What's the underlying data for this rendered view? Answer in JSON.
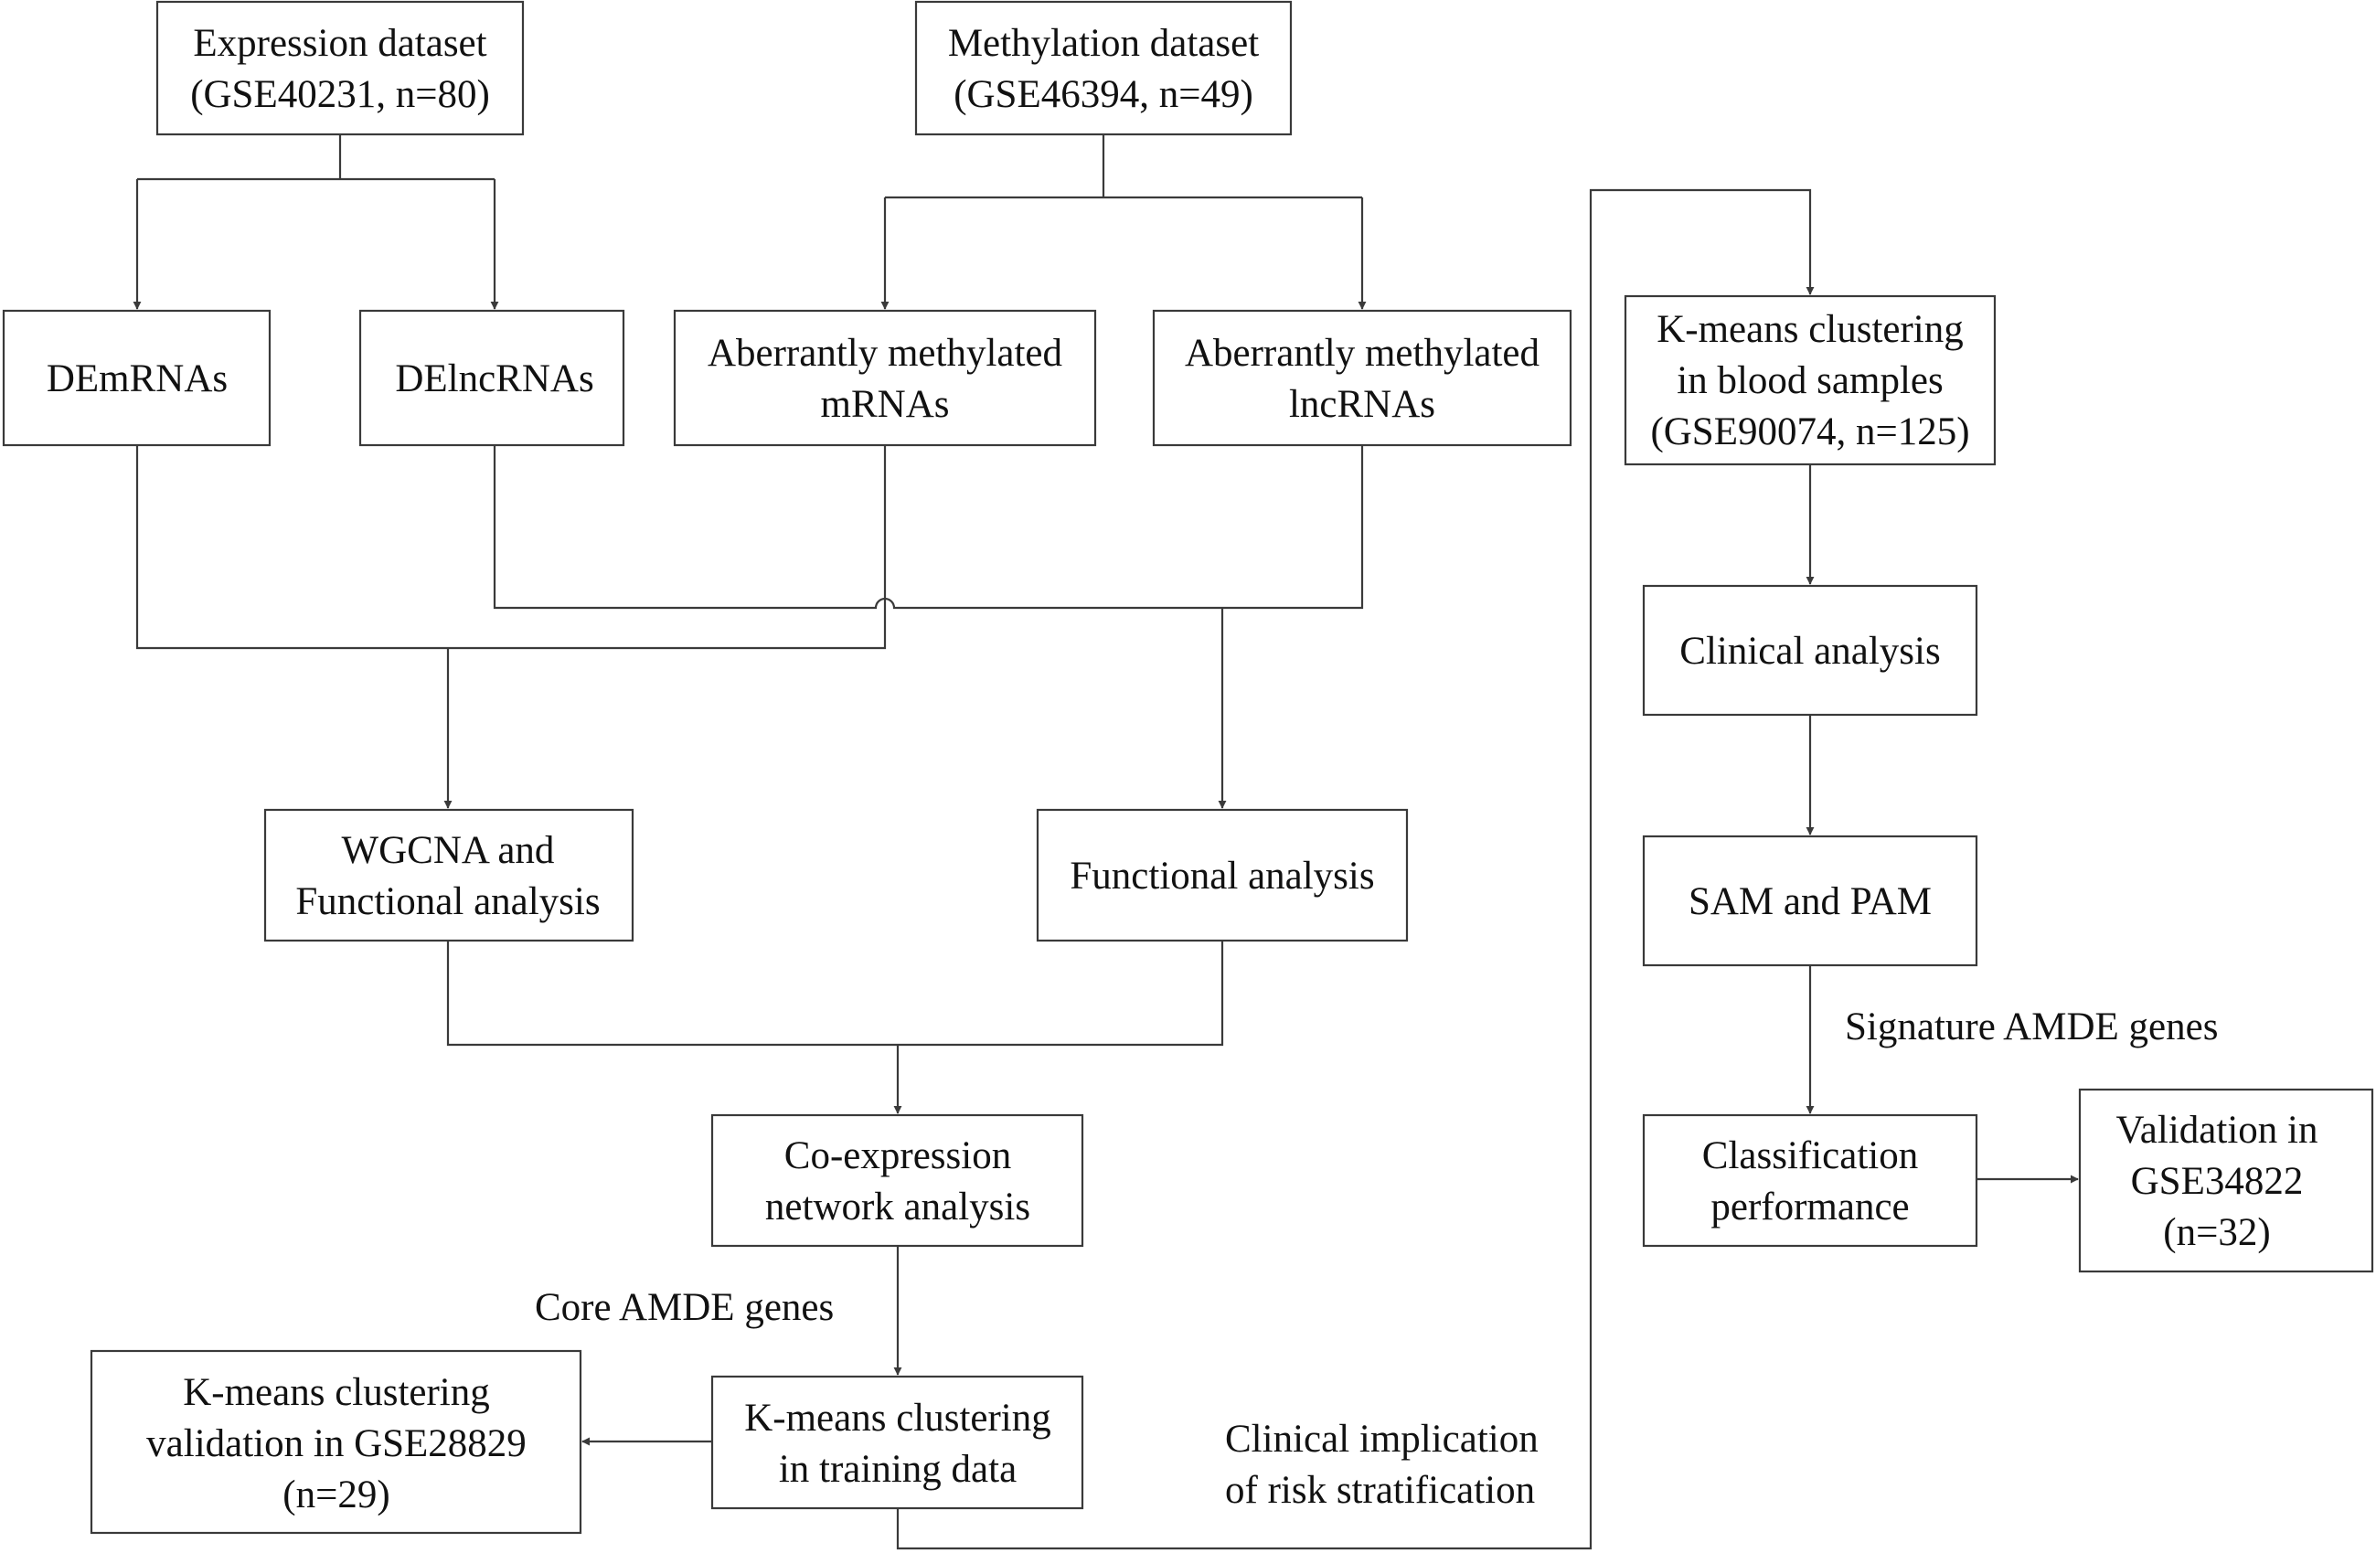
{
  "nodes": {
    "expression": [
      "Expression dataset",
      "(GSE40231, n=80)"
    ],
    "methylation": [
      "Methylation dataset",
      "(GSE46394, n=49)"
    ],
    "demrnas": [
      "DEmRNAs"
    ],
    "delncrnas": [
      "DElncRNAs"
    ],
    "aberr_mrnas": [
      "Aberrantly methylated",
      "mRNAs"
    ],
    "aberr_lncrnas": [
      "Aberrantly methylated",
      "lncRNAs"
    ],
    "wgcna": [
      "WGCNA and",
      "Functional analysis"
    ],
    "functional": [
      "Functional analysis"
    ],
    "coexpression": [
      "Co-expression",
      "network analysis"
    ],
    "kmeans_training": [
      "K-means clustering",
      "in training data"
    ],
    "kmeans_validation": [
      "K-means clustering",
      "validation in GSE28829",
      "(n=29)"
    ],
    "kmeans_blood": [
      "K-means clustering",
      "in blood samples",
      "(GSE90074, n=125)"
    ],
    "clinical": [
      "Clinical analysis"
    ],
    "sam_pam": [
      "SAM and PAM"
    ],
    "classification": [
      "Classification",
      "performance"
    ],
    "validation_gse34822": [
      "Validation in",
      "GSE34822",
      "(n=32)"
    ]
  },
  "edge_labels": {
    "core_amde": "Core AMDE genes",
    "clinical_implication": [
      "Clinical implication",
      "of risk stratification"
    ],
    "signature_amde": "Signature AMDE genes"
  },
  "colors": {
    "stroke": "#3a3a3a",
    "text": "#111111",
    "background": "#ffffff"
  }
}
